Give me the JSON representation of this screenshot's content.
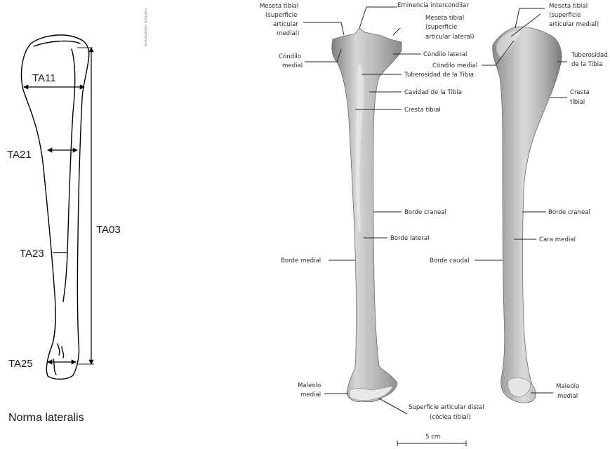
{
  "drawing": {
    "measurements": {
      "ta11": "TA11",
      "ta21": "TA21",
      "ta03": "TA03",
      "ta23": "TA23",
      "ta25": "TA25"
    },
    "caption": "Norma lateralis",
    "vertical_note": "Instituto Universitario"
  },
  "labels": {
    "meseta_medial_1": "Meseta tibial",
    "meseta_medial_2": "(superficie",
    "meseta_medial_3": "articular",
    "meseta_medial_4": "medial)",
    "eminencia": "Eminencia intercondilar",
    "meseta_lateral_1": "Meseta tibial",
    "meseta_lateral_2": "(superficie",
    "meseta_lateral_3": "articular lateral)",
    "condilo_medial_1": "Cóndilo",
    "condilo_medial_2": "medial",
    "condilo_lateral": "Cóndilo lateral",
    "tuberosidad": "Tuberosidad de la Tibia",
    "cavidad": "Cavidad de la Tibia",
    "cresta": "Cresta tibial",
    "borde_craneal_1": "Borde craneal",
    "borde_lateral": "Borde lateral",
    "borde_medial": "Borde medial",
    "maleolo_medial_1": "Maleolo",
    "maleolo_medial_2": "medial",
    "sup_distal_1": "Superficie articular distal",
    "sup_distal_2": "(cóclea tibial)",
    "scale": "5 cm",
    "r_meseta_1": "Meseta tibial",
    "r_meseta_2": "(superficie",
    "r_meseta_3": "articular medial)",
    "r_condilo_medial": "Cóndilo medial",
    "r_tuberosidad_1": "Tuberosidad",
    "r_tuberosidad_2": "de la Tibia",
    "r_cresta_1": "Cresta",
    "r_cresta_2": "tibial",
    "r_borde_craneal": "Borde craneal",
    "r_cara_medial": "Cara medial",
    "r_borde_caudal": "Borde caudal",
    "r_maleolo_1": "Maleolo",
    "r_maleolo_2": "medial"
  },
  "colors": {
    "bone_light": "#e4e4e4",
    "bone_mid": "#b3b3b3",
    "bone_dark": "#7a7a7a",
    "text": "#2a2a2a"
  }
}
